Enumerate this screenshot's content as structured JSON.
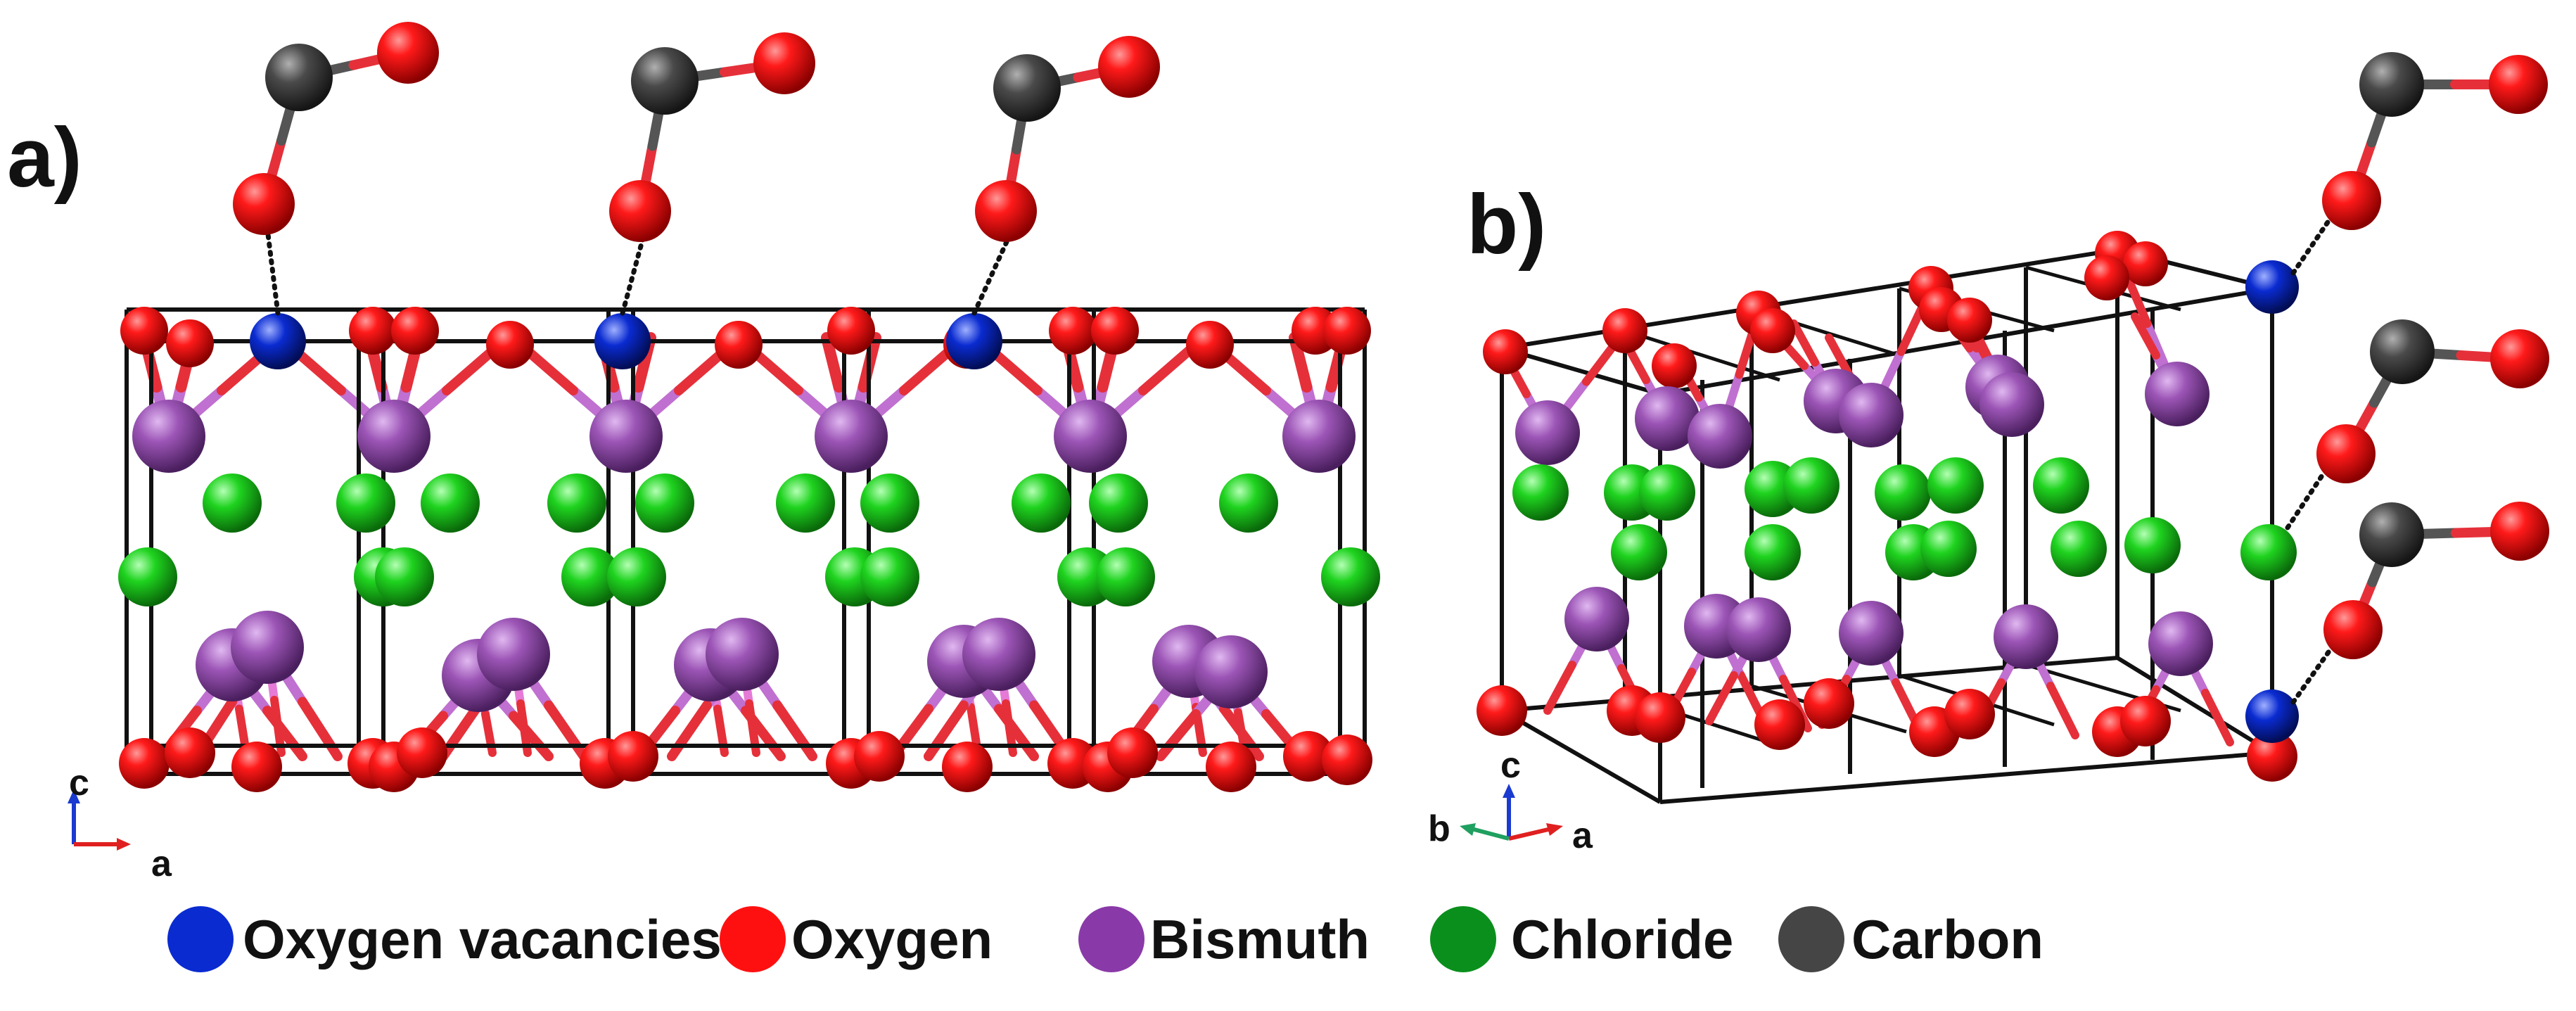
{
  "panels": {
    "a": {
      "label": "a)",
      "axes": {
        "vertical": "c",
        "horizontal": "a"
      }
    },
    "b": {
      "label": "b)",
      "axes": {
        "vertical": "c",
        "left": "b",
        "right": "a"
      }
    }
  },
  "legend": [
    {
      "key": "vacancy",
      "label": "Oxygen vacancies",
      "color": "#0a2bd0"
    },
    {
      "key": "oxygen",
      "label": "Oxygen",
      "color": "#ff1010"
    },
    {
      "key": "bismuth",
      "label": "Bismuth",
      "color": "#8a3aa8"
    },
    {
      "key": "chloride",
      "label": "Chloride",
      "color": "#0a8f1c"
    },
    {
      "key": "carbon",
      "label": "Carbon",
      "color": "#454545"
    }
  ],
  "atom_colors": {
    "oxygen": "#ff1010",
    "bismuth": "#9c55b6",
    "chloride": "#21d321",
    "carbon": "#4a4a4a",
    "vacancy": "#0a2bd0"
  },
  "axis_colors": {
    "a": "#e02020",
    "b": "#20a060",
    "c": "#1a3ad0"
  }
}
